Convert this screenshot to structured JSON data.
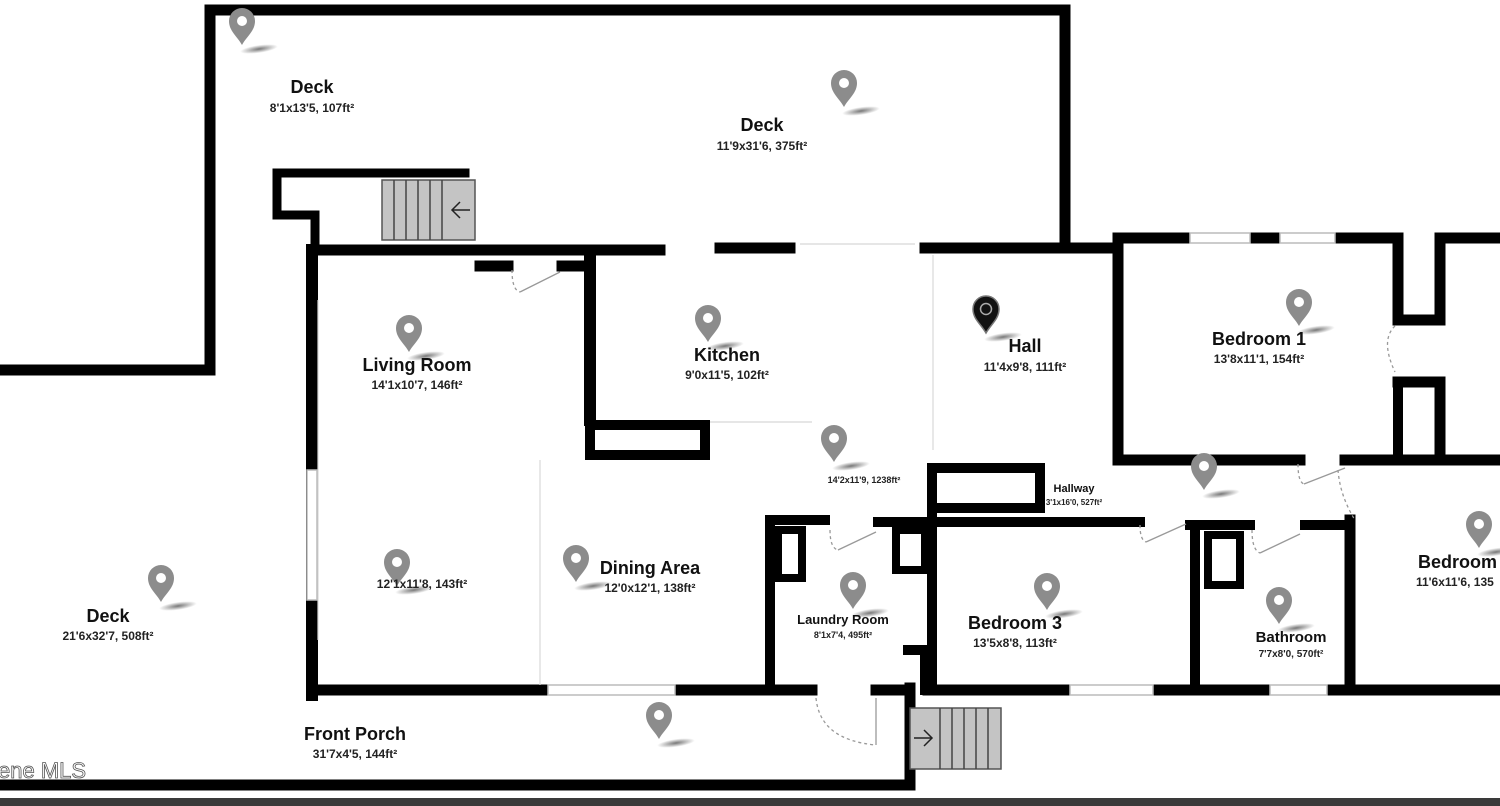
{
  "rooms": [
    {
      "name": "Deck",
      "dims": "8'1x13'5, 107ft²"
    },
    {
      "name": "Deck",
      "dims": "11'9x31'6, 375ft²"
    },
    {
      "name": "Living Room",
      "dims": "14'1x10'7, 146ft²"
    },
    {
      "name": "",
      "dims": "12'1x11'8, 143ft²"
    },
    {
      "name": "Kitchen",
      "dims": "9'0x11'5, 102ft²"
    },
    {
      "name": "Hall",
      "dims": "11'4x9'8, 111ft²"
    },
    {
      "name": "",
      "dims": "14'2x11'9, 1238ft²"
    },
    {
      "name": "Bedroom 1",
      "dims": "13'8x11'1, 154ft²"
    },
    {
      "name": "Hallway",
      "dims": "3'1x16'0, 527ft²"
    },
    {
      "name": "Dining Area",
      "dims": "12'0x12'1, 138ft²"
    },
    {
      "name": "Laundry Room",
      "dims": "8'1x7'4, 495ft²"
    },
    {
      "name": "Bedroom 3",
      "dims": "13'5x8'8, 113ft²"
    },
    {
      "name": "Bathroom",
      "dims": "7'7x8'0, 570ft²"
    },
    {
      "name": "Bedroom",
      "dims": "11'6x11'6, 135"
    },
    {
      "name": "Deck",
      "dims": "21'6x32'7, 508ft²"
    },
    {
      "name": "Front Porch",
      "dims": "31'7x4'5, 144ft²"
    }
  ],
  "watermark": "ene MLS",
  "colors": {
    "wall": "#000000",
    "pin": "#8c8c8c",
    "pin_active": "#111111",
    "stairs": "#c4c4c4"
  },
  "icons": [
    "location-pin-icon",
    "arrow-left-icon",
    "arrow-right-icon"
  ]
}
